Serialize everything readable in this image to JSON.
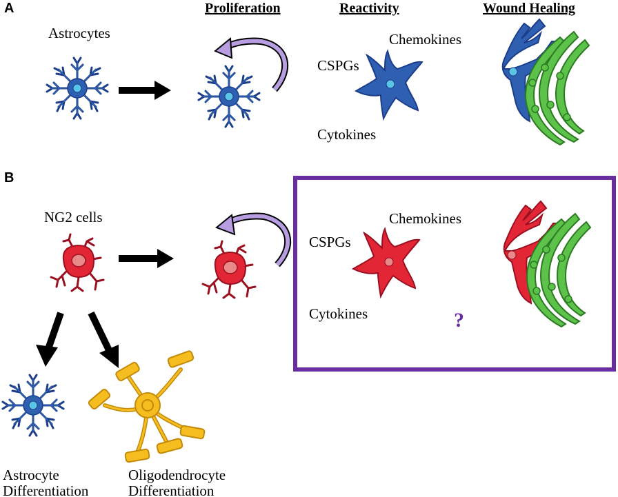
{
  "panel_a": {
    "letter": "A",
    "headers": {
      "proliferation": "Proliferation",
      "reactivity": "Reactivity",
      "wound_healing": "Wound Healing"
    },
    "cell_label": "Astrocytes",
    "reactivity_labels": {
      "csp": "CSPGs",
      "chemokines": "Chemokines",
      "cytokines": "Cytokines"
    }
  },
  "panel_b": {
    "letter": "B",
    "cell_label": "NG2 cells",
    "reactivity_labels": {
      "csp": "CSPGs",
      "chemokines": "Chemokines",
      "cytokines": "Cytokines"
    },
    "question_mark": "?",
    "astro_diff": [
      "Astrocyte",
      "Differentiation"
    ],
    "oligo_diff": [
      "Oligodendrocyte",
      "Differentiation"
    ]
  },
  "colors": {
    "astrocyte": "#2e5fb0",
    "astrocyte_dark": "#1b3d8a",
    "nucleus": "#5bc5e6",
    "ng2": "#e32636",
    "ng2_dark": "#9b1020",
    "ng2_nucleus": "#e98a8a",
    "oligo": "#f5bd1f",
    "oligo_dark": "#c38a08",
    "fibro": "#5cc24a",
    "fibro_dark": "#2b7a22",
    "box": "#6a2d9f",
    "curl_arrow": "#b79ee0"
  },
  "icons": [
    "astrocyte-icon",
    "ng2-cell-icon",
    "oligodendrocyte-icon",
    "reactive-cell-icon",
    "fibroblast-icon",
    "arrow-icon",
    "curved-arrow-icon"
  ]
}
